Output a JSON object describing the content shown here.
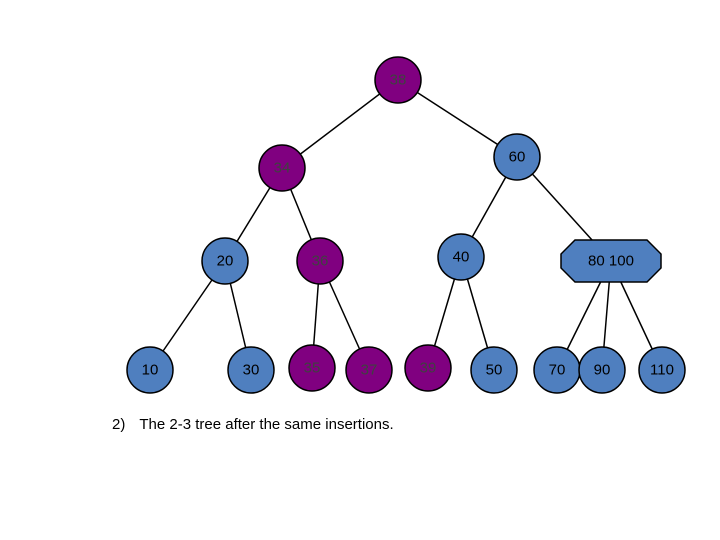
{
  "colors": {
    "red_node": "#800080",
    "black_node": "#4F7FBF",
    "stroke": "#000000",
    "red_text": "#404040",
    "black_text": "#000000"
  },
  "tree": {
    "nodes": [
      {
        "id": "n38",
        "label": "38",
        "color": "red"
      },
      {
        "id": "n34",
        "label": "34",
        "color": "red"
      },
      {
        "id": "n60",
        "label": "60",
        "color": "black"
      },
      {
        "id": "n20",
        "label": "20",
        "color": "black"
      },
      {
        "id": "n36",
        "label": "36",
        "color": "red"
      },
      {
        "id": "n40",
        "label": "40",
        "color": "black"
      },
      {
        "id": "n80",
        "label": "80   100",
        "color": "black"
      },
      {
        "id": "n10",
        "label": "10",
        "color": "black"
      },
      {
        "id": "n30",
        "label": "30",
        "color": "black"
      },
      {
        "id": "n35",
        "label": "35",
        "color": "red"
      },
      {
        "id": "n37",
        "label": "37",
        "color": "red"
      },
      {
        "id": "n39",
        "label": "39",
        "color": "red"
      },
      {
        "id": "n50",
        "label": "50",
        "color": "black"
      },
      {
        "id": "n70",
        "label": "70",
        "color": "black"
      },
      {
        "id": "n90",
        "label": "90",
        "color": "black"
      },
      {
        "id": "n110",
        "label": "110",
        "color": "black"
      }
    ],
    "edges": [
      [
        "n38",
        "n34"
      ],
      [
        "n38",
        "n60"
      ],
      [
        "n34",
        "n20"
      ],
      [
        "n34",
        "n36"
      ],
      [
        "n60",
        "n40"
      ],
      [
        "n60",
        "n80"
      ],
      [
        "n20",
        "n10"
      ],
      [
        "n20",
        "n30"
      ],
      [
        "n36",
        "n35"
      ],
      [
        "n36",
        "n37"
      ],
      [
        "n40",
        "n39"
      ],
      [
        "n40",
        "n50"
      ],
      [
        "n80",
        "n70"
      ],
      [
        "n80",
        "n90"
      ],
      [
        "n80",
        "n110"
      ]
    ]
  },
  "caption": {
    "number": "2)",
    "text": "The 2-3 tree after the same insertions."
  }
}
